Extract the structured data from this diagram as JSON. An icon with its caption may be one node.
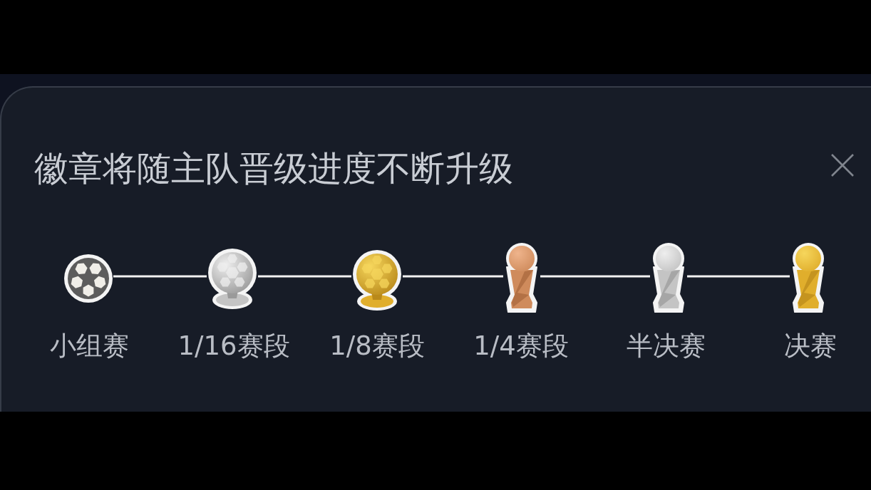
{
  "diagram": {
    "title": "徽章将随主队晋级进度不断升级",
    "nodes": [
      {
        "text": [],
        "shape": "picture",
        "beside": [
          "小组赛"
        ]
      },
      {
        "text": [],
        "shape": "picture",
        "beside": [
          "1/16赛段"
        ]
      },
      {
        "text": [],
        "shape": "picture",
        "beside": [
          "1/8赛段"
        ]
      },
      {
        "text": [],
        "shape": "picture",
        "beside": [
          "1/4赛段"
        ]
      },
      {
        "text": [],
        "shape": "picture",
        "beside": [
          "半决赛"
        ]
      },
      {
        "text": [],
        "shape": "picture",
        "beside": [
          "决赛"
        ]
      }
    ],
    "edges": [
      {
        "from": 0,
        "to": 1,
        "arrow": "none"
      },
      {
        "from": 1,
        "to": 2,
        "arrow": "none"
      },
      {
        "from": 2,
        "to": 3,
        "arrow": "none"
      },
      {
        "from": 3,
        "to": 4,
        "arrow": "none"
      },
      {
        "from": 4,
        "to": 5,
        "arrow": "none"
      }
    ]
  }
}
